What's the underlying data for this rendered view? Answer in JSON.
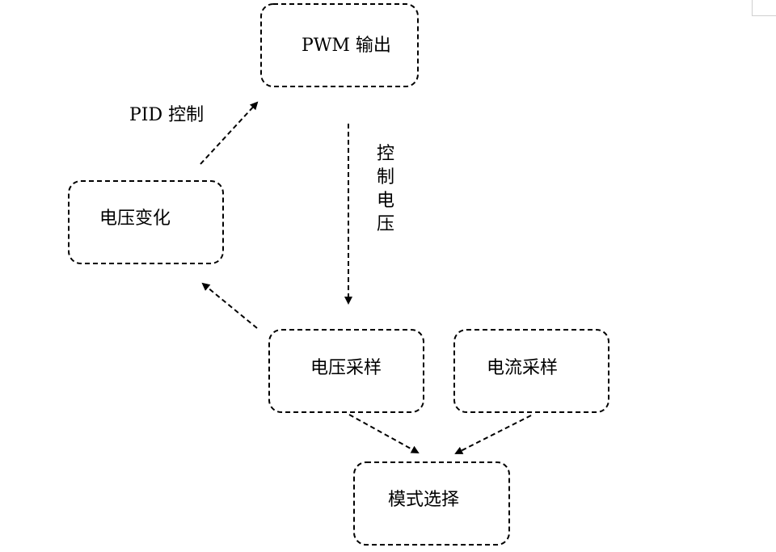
{
  "diagram": {
    "nodes": {
      "pwm_output": "PWM 输出",
      "voltage_change": "电压变化",
      "voltage_sampling": "电压采样",
      "current_sampling": "电流采样",
      "mode_select": "模式选择"
    },
    "edges": {
      "pid_control": "PID 控制",
      "control_voltage": [
        "控",
        "制",
        "电",
        "压"
      ]
    }
  }
}
